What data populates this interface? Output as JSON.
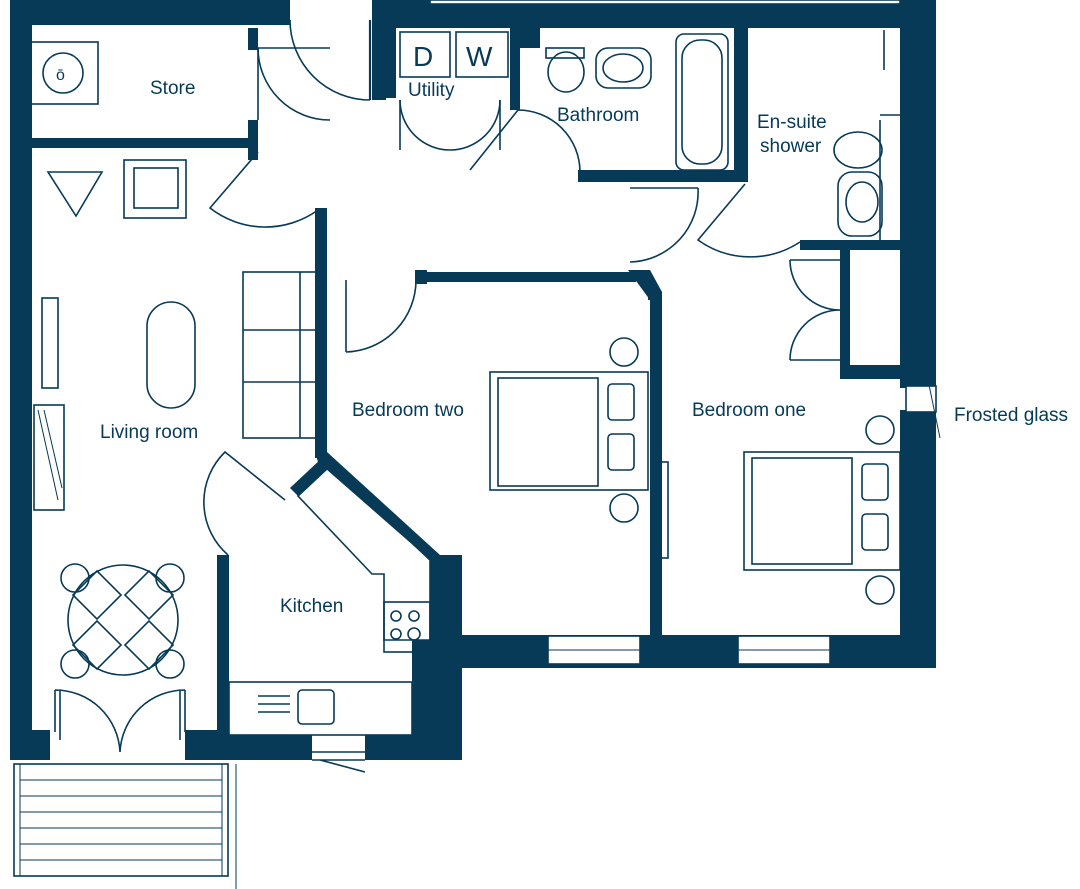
{
  "plan": {
    "rooms": {
      "store": "Store",
      "utility": "Utility",
      "bathroom": "Bathroom",
      "ensuite_line1": "En-suite",
      "ensuite_line2": "shower",
      "living_room": "Living room",
      "bedroom_two": "Bedroom two",
      "bedroom_one": "Bedroom one",
      "kitchen": "Kitchen"
    },
    "annotations": {
      "frosted_glass": "Frosted glass"
    },
    "appliances": {
      "dishwasher": "D",
      "washer": "W"
    }
  },
  "colors": {
    "wall": "#063a57",
    "background": "#ffffff"
  }
}
